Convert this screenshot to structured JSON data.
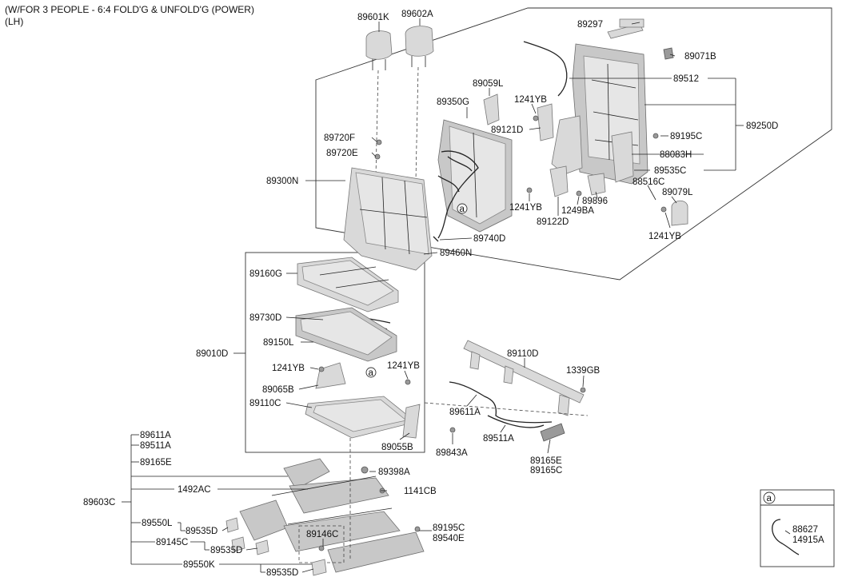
{
  "header": {
    "line1": "(W/FOR 3 PEOPLE - 6:4 FOLD'G & UNFOLD'G (POWER)",
    "line2": "(LH)"
  },
  "callout_letter": "a",
  "labels": {
    "l_89601K": "89601K",
    "l_89602A": "89602A",
    "l_89297": "89297",
    "l_89071B": "89071B",
    "l_89512": "89512",
    "l_89250D": "89250D",
    "l_89059L": "89059L",
    "l_89350G": "89350G",
    "l_1241YB_a": "1241YB",
    "l_89121D": "89121D",
    "l_89195C_a": "89195C",
    "l_89720F": "89720F",
    "l_89720E": "89720E",
    "l_88083H": "88083H",
    "l_89535C": "89535C",
    "l_89300N": "89300N",
    "l_88516C": "88516C",
    "l_89079L": "89079L",
    "l_89896": "89896",
    "l_1241YB_b": "1241YB",
    "l_1249BA": "1249BA",
    "l_89122D": "89122D",
    "l_1241YB_c": "1241YB",
    "l_89740D": "89740D",
    "l_89460N": "89460N",
    "l_89160G": "89160G",
    "l_89730D": "89730D",
    "l_89150L": "89150L",
    "l_89010D": "89010D",
    "l_1241YB_d": "1241YB",
    "l_1241YB_e": "1241YB",
    "l_89065B": "89065B",
    "l_89110C": "89110C",
    "l_89055B": "89055B",
    "l_89110D": "89110D",
    "l_1339GB": "1339GB",
    "l_89611A_a": "89611A",
    "l_89511A_a": "89511A",
    "l_89843A": "89843A",
    "l_89165E_a": "89165E",
    "l_89165C": "89165C",
    "l_89611A_b": "89611A",
    "l_89511A_b": "89511A",
    "l_89165E_b": "89165E",
    "l_89603C": "89603C",
    "l_1492AC": "1492AC",
    "l_89398A": "89398A",
    "l_1141CB": "1141CB",
    "l_89550L": "89550L",
    "l_89535D_a": "89535D",
    "l_89146C": "89146C",
    "l_89195C_b": "89195C",
    "l_89540E": "89540E",
    "l_89145C": "89145C",
    "l_89535D_b": "89535D",
    "l_89550K": "89550K",
    "l_89535D_c": "89535D",
    "l_88627": "88627",
    "l_14915A": "14915A"
  }
}
